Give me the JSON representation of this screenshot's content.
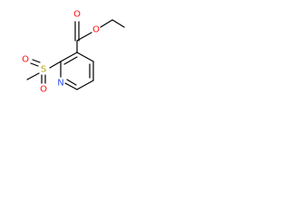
{
  "molecule": {
    "atoms": {
      "o_carbonyl": {
        "symbol": "O",
        "color": "#ff0d0d"
      },
      "o_ester": {
        "symbol": "O",
        "color": "#ff0d0d"
      },
      "s_sulfonyl": {
        "symbol": "S",
        "color": "#b2a700"
      },
      "o_sulfonyl_left": {
        "symbol": "O",
        "color": "#ff0d0d"
      },
      "o_sulfonyl_bottom": {
        "symbol": "O",
        "color": "#ff0d0d"
      },
      "n_ring": {
        "symbol": "N",
        "color": "#3050f8"
      }
    },
    "bond_color": "#000000"
  }
}
